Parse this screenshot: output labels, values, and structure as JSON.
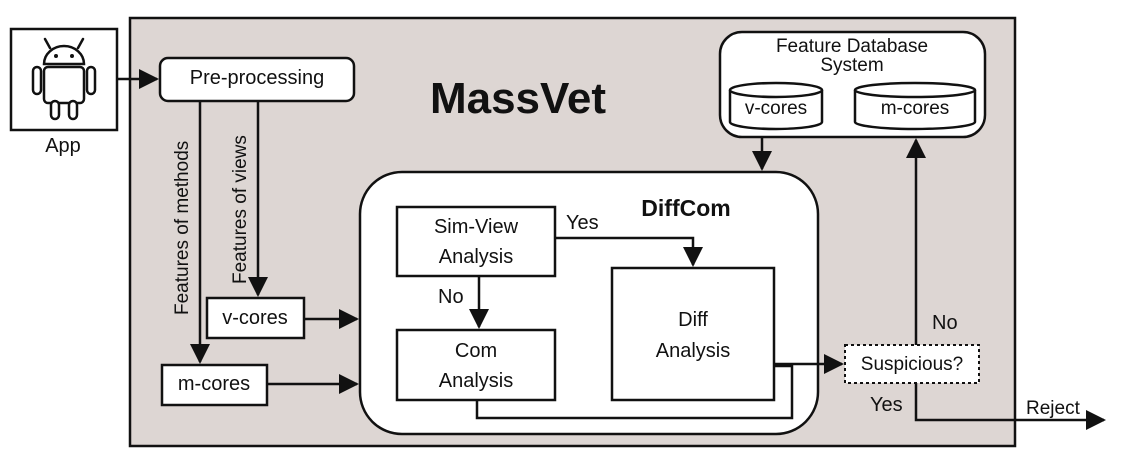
{
  "diagram": {
    "title": "MassVet",
    "app_label": "App",
    "preprocessing_label": "Pre-processing",
    "features_methods_label": "Features of methods",
    "features_views_label": "Features of views",
    "vcores_label": "v-cores",
    "mcores_label": "m-cores",
    "feature_db_label_line1": "Feature Database",
    "feature_db_label_line2": "System",
    "db_vcores_label": "v-cores",
    "db_mcores_label": "m-cores",
    "diffcom_label": "DiffCom",
    "simview_line1": "Sim-View",
    "simview_line2": "Analysis",
    "com_line1": "Com",
    "com_line2": "Analysis",
    "diff_line1": "Diff",
    "diff_line2": "Analysis",
    "yes_label": "Yes",
    "no_label": "No",
    "suspicious_label": "Suspicious?",
    "no_label_right": "No",
    "yes_label_right": "Yes",
    "reject_label": "Reject"
  },
  "colors": {
    "panel_fill": "#ddd6d3",
    "box_fill": "#ffffff",
    "stroke": "#111111"
  }
}
